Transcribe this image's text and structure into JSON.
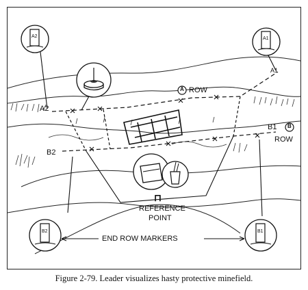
{
  "figure": {
    "labels": {
      "row_a": "ROW",
      "row_a_marker": "A",
      "a1": "A1",
      "a2": "A2",
      "b1": "B1",
      "b2": "B2",
      "row_b": "ROW",
      "row_b_marker": "B",
      "reference_symbol": "⊓",
      "reference_line1": "REFERENCE",
      "reference_line2": "POINT",
      "end_row_markers": "END ROW MARKERS",
      "stake_a2": "A2",
      "stake_a1": "A1",
      "stake_b2": "B2",
      "stake_b1": "B1"
    },
    "caption": "Figure 2-79. Leader visualizes hasty protective minefield."
  }
}
